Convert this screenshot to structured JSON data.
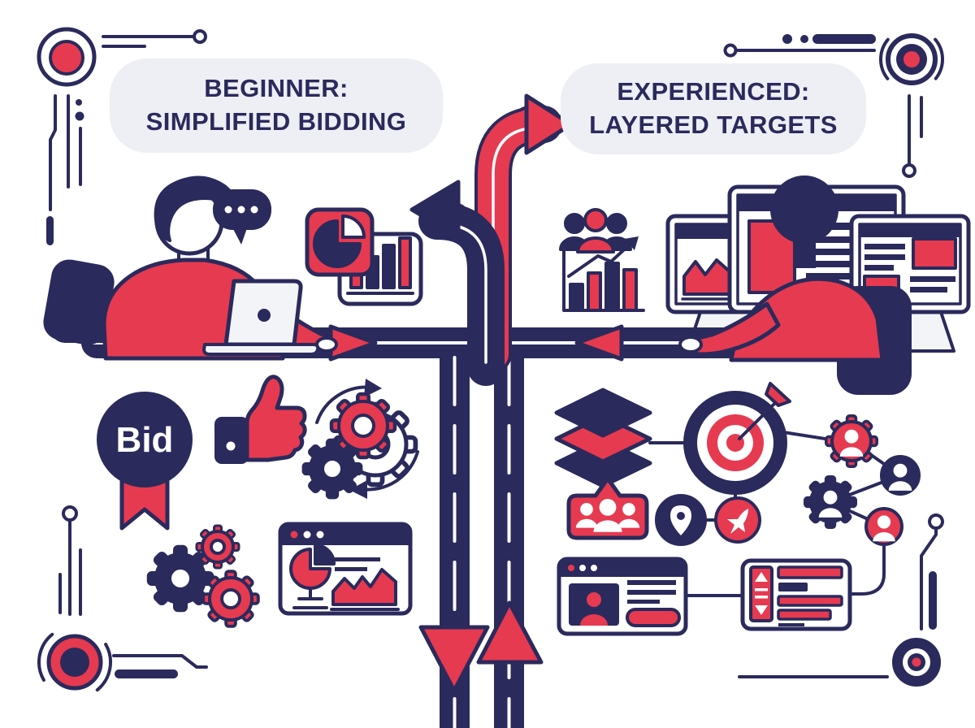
{
  "palette": {
    "navy": "#2b2a5c",
    "red": "#e63a50",
    "pill": "#edeff5",
    "screen": "#f3f4f8"
  },
  "labels": {
    "beginner": {
      "line1": "BEGINNER:",
      "line2": "SIMPLIFIED BIDDING"
    },
    "experienced": {
      "line1": "EXPERIENCED:",
      "line2": "LAYERED TARGETS"
    }
  },
  "badge": {
    "bid_label": "Bid"
  },
  "icons": [
    "speech-bubble-icon",
    "pie-chart-icon",
    "bar-chart-card-icon",
    "audience-icon",
    "growth-chart-icon",
    "workstation-monitors-icon",
    "bid-badge",
    "thumbs-up-icon",
    "gear-sync-icon",
    "gears-cluster-icon",
    "analytics-window-icon",
    "layers-icon",
    "target-dart-icon",
    "audience-badge-icon",
    "location-pin-icon",
    "plane-icon",
    "network-people-gears-icon",
    "profile-window-icon",
    "list-slider-card-icon",
    "fork-arrow-red",
    "fork-arrow-navy",
    "road-arrow-right",
    "road-arrow-left",
    "road-arrow-down",
    "road-arrow-up",
    "circuit-decoration-top-left",
    "circuit-decoration-top-right",
    "circuit-decoration-bottom-left",
    "circuit-decoration-bottom-right"
  ]
}
